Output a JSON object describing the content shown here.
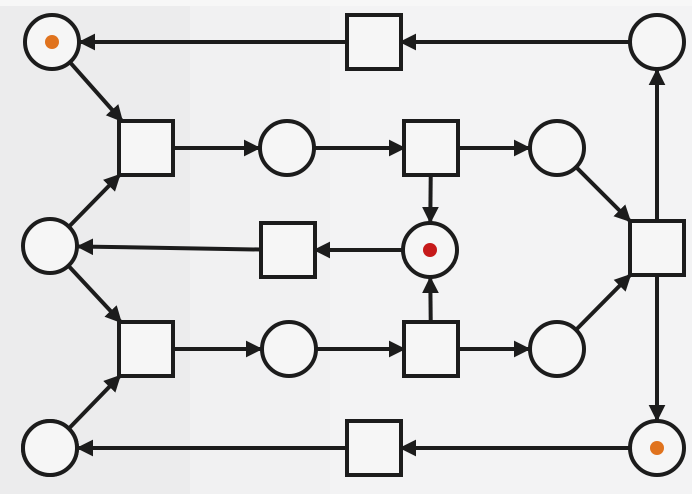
{
  "diagram": {
    "type": "petri-net",
    "colors": {
      "stroke": "#1c1c1c",
      "token_orange": "#e0731e",
      "token_red": "#c61a1a"
    },
    "places": [
      {
        "id": "P1",
        "tokens": 1,
        "token_color": "orange"
      },
      {
        "id": "P2",
        "tokens": 0
      },
      {
        "id": "P3",
        "tokens": 0
      },
      {
        "id": "P4",
        "tokens": 0
      },
      {
        "id": "P5",
        "tokens": 1,
        "token_color": "red"
      },
      {
        "id": "P6",
        "tokens": 0
      },
      {
        "id": "P7",
        "tokens": 0
      },
      {
        "id": "P8",
        "tokens": 0
      },
      {
        "id": "P9",
        "tokens": 0
      },
      {
        "id": "P10",
        "tokens": 0
      },
      {
        "id": "P11",
        "tokens": 1,
        "token_color": "orange"
      }
    ],
    "transitions": [
      "T1",
      "T2",
      "T3",
      "T4",
      "T5",
      "T6",
      "T7",
      "T8"
    ],
    "arcs": [
      [
        "P2",
        "T1"
      ],
      [
        "T1",
        "P1"
      ],
      [
        "P1",
        "T2"
      ],
      [
        "P6",
        "T2"
      ],
      [
        "T2",
        "P3"
      ],
      [
        "P3",
        "T3"
      ],
      [
        "T3",
        "P4"
      ],
      [
        "T3",
        "P5"
      ],
      [
        "P5",
        "T4"
      ],
      [
        "T4",
        "P6"
      ],
      [
        "P6",
        "T5"
      ],
      [
        "T5",
        "P7"
      ],
      [
        "P7",
        "T6"
      ],
      [
        "T6",
        "P5"
      ],
      [
        "T6",
        "P8"
      ],
      [
        "P4",
        "T7"
      ],
      [
        "P8",
        "T7"
      ],
      [
        "T7",
        "P2"
      ],
      [
        "T7",
        "P11"
      ],
      [
        "P11",
        "T8"
      ],
      [
        "T8",
        "P10"
      ],
      [
        "P10",
        "T5"
      ]
    ]
  }
}
